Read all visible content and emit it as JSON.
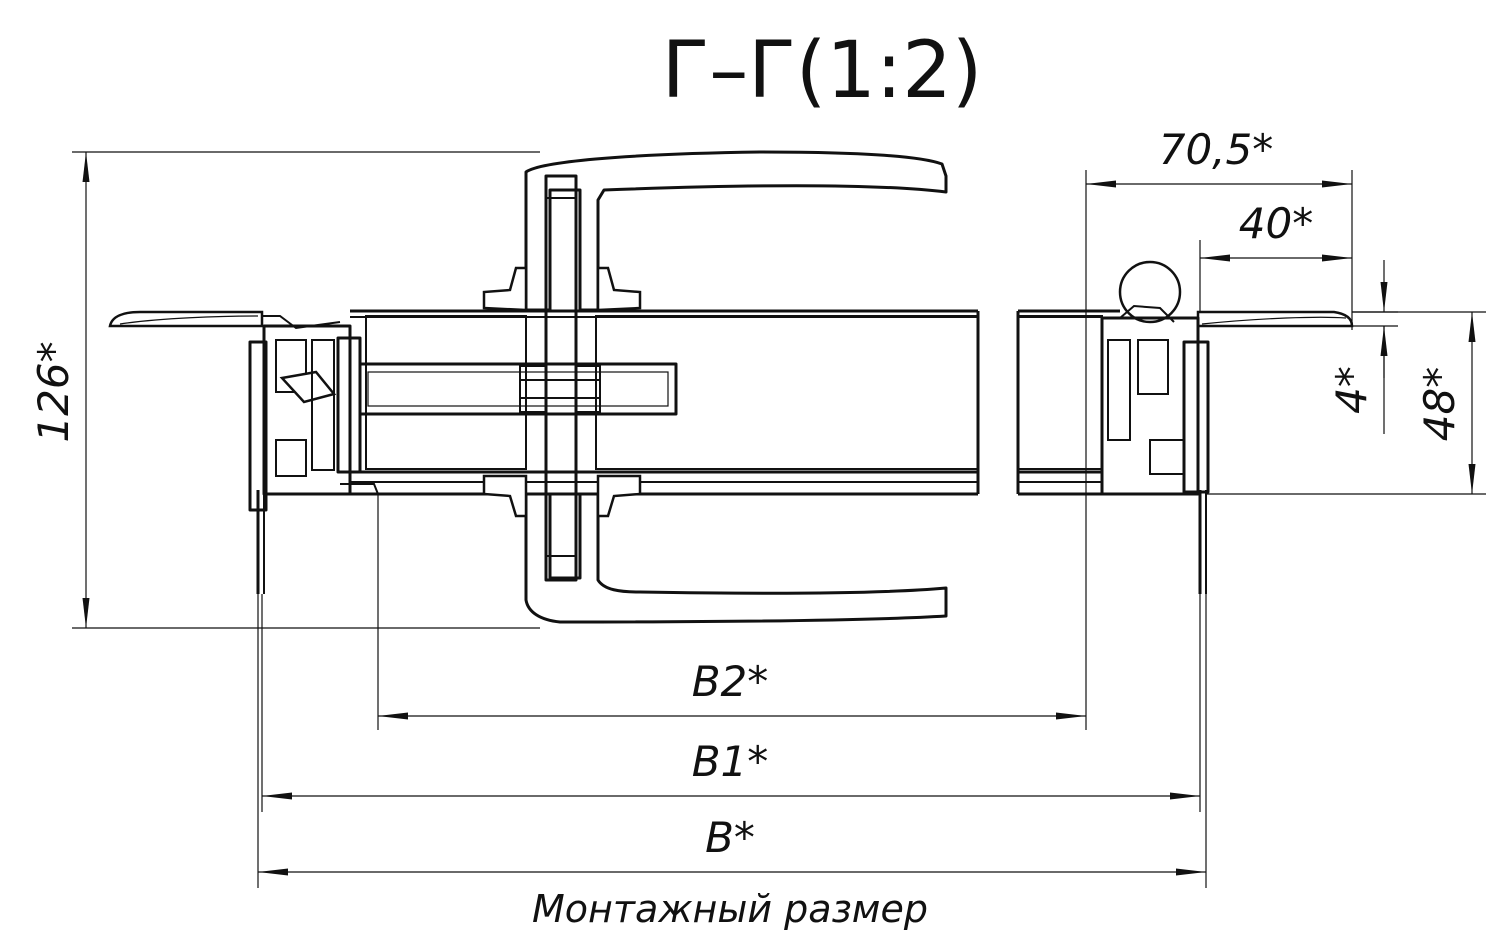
{
  "title": "Г–Г(1:2)",
  "dimensions": {
    "overall_height": "126*",
    "hinge_offset": "70,5*",
    "hinge_inner": "40*",
    "leaf_step": "4*",
    "frame_depth": "48*",
    "clear_width": "B2*",
    "leaf_width": "B1*",
    "frame_width": "B*"
  },
  "note": "Монтажный размер"
}
